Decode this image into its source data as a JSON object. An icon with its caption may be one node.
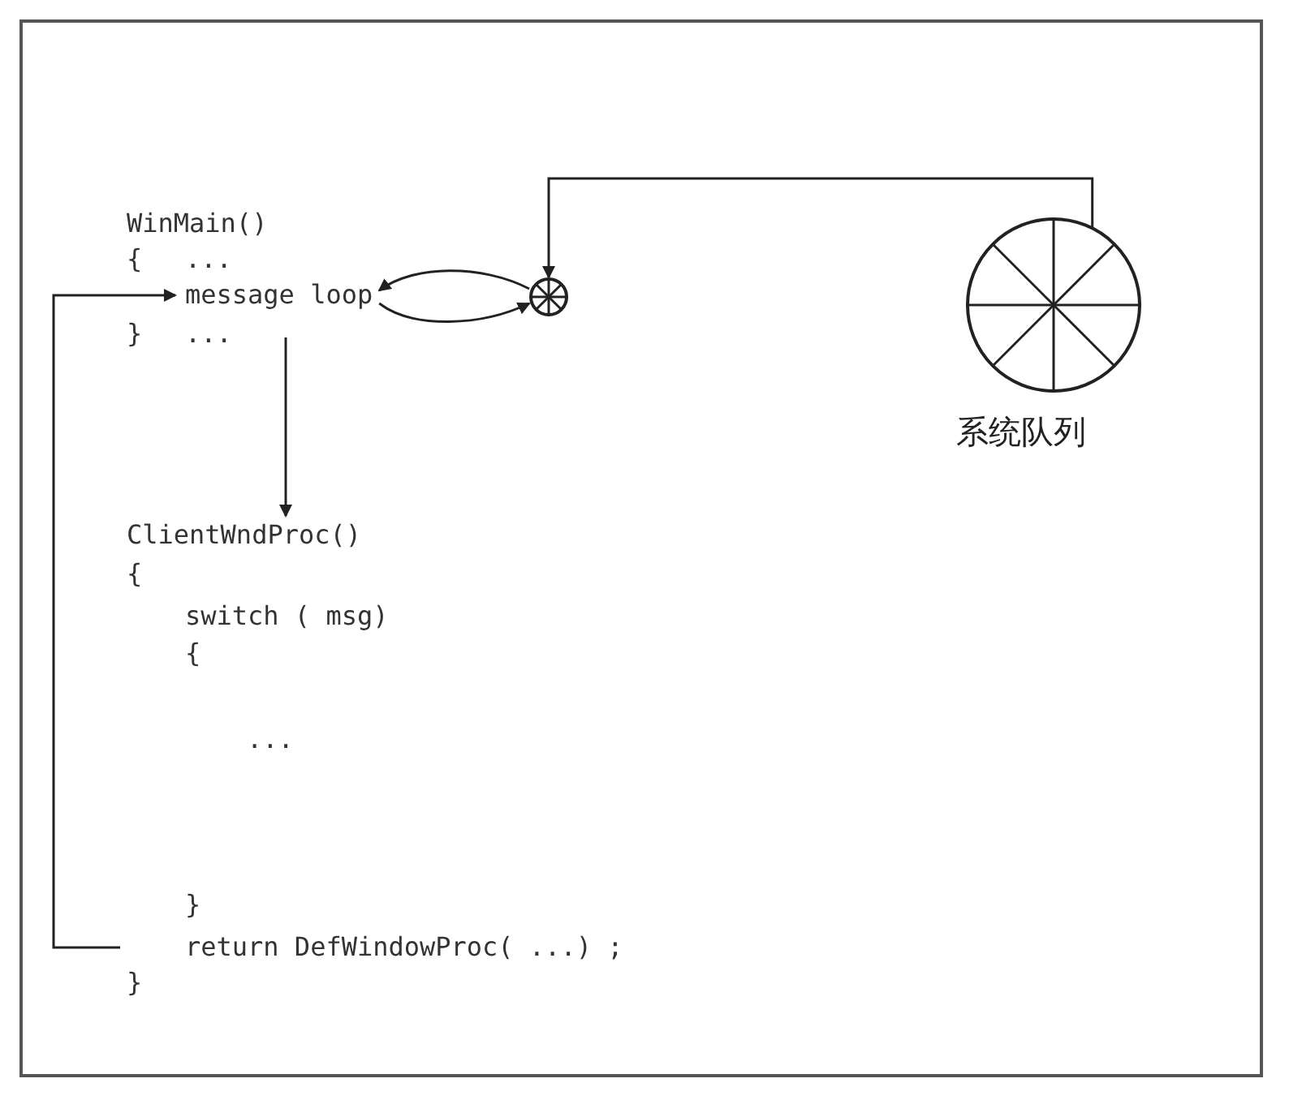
{
  "diagram": {
    "nodes": [
      {
        "text": [
          "message loop"
        ]
      },
      {
        "text": [],
        "shape": "circle"
      },
      {
        "text": [],
        "shape": "circle",
        "beside": [
          "系统队列"
        ]
      },
      {
        "text": [
          "ClientWndProc()"
        ]
      },
      {
        "text": [
          "return DefWindowProc( ...) ;"
        ]
      }
    ],
    "edges": [
      {
        "from": 2,
        "to": 1,
        "arrow": "to"
      },
      {
        "from": 1,
        "to": 0,
        "arrow": "to"
      },
      {
        "from": 0,
        "to": 1,
        "arrow": "to"
      },
      {
        "from": 0,
        "to": 3,
        "arrow": "to"
      },
      {
        "from": 4,
        "to": 0,
        "arrow": "to"
      }
    ],
    "labels": [
      "WinMain()",
      "{",
      "...",
      "}",
      "...",
      "{",
      "switch ( msg)",
      "{",
      "...",
      "}",
      "}"
    ]
  }
}
